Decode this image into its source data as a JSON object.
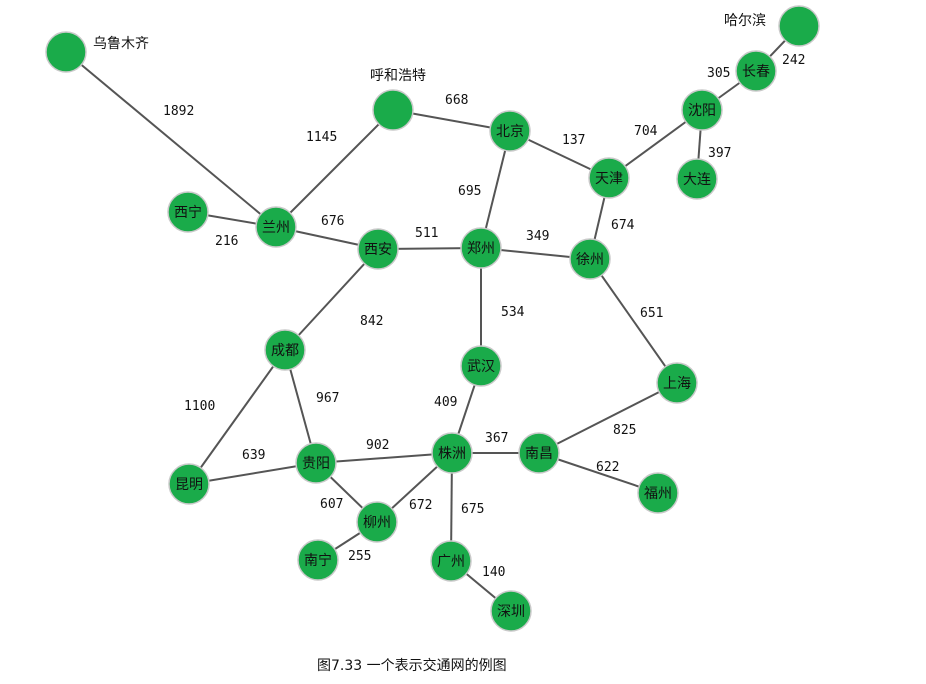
{
  "caption": "图7.33  一个表示交通网的例图",
  "colors": {
    "node": "#1aab4a",
    "edge": "#555555"
  },
  "nodes": [
    {
      "id": "urumqi",
      "name": "乌鲁木齐",
      "label_inside": false
    },
    {
      "id": "hohhot",
      "name": "呼和浩特",
      "label_inside": false
    },
    {
      "id": "harbin",
      "name": "哈尔滨",
      "label_inside": false
    },
    {
      "id": "changchun",
      "name": "长春",
      "label_inside": true
    },
    {
      "id": "shenyang",
      "name": "沈阳",
      "label_inside": true
    },
    {
      "id": "dalian",
      "name": "大连",
      "label_inside": true
    },
    {
      "id": "beijing",
      "name": "北京",
      "label_inside": true
    },
    {
      "id": "tianjin",
      "name": "天津",
      "label_inside": true
    },
    {
      "id": "xining",
      "name": "西宁",
      "label_inside": true
    },
    {
      "id": "lanzhou",
      "name": "兰州",
      "label_inside": true
    },
    {
      "id": "xian",
      "name": "西安",
      "label_inside": true
    },
    {
      "id": "zhengzhou",
      "name": "郑州",
      "label_inside": true
    },
    {
      "id": "xuzhou",
      "name": "徐州",
      "label_inside": true
    },
    {
      "id": "chengdu",
      "name": "成都",
      "label_inside": true
    },
    {
      "id": "wuhan",
      "name": "武汉",
      "label_inside": true
    },
    {
      "id": "shanghai",
      "name": "上海",
      "label_inside": true
    },
    {
      "id": "kunming",
      "name": "昆明",
      "label_inside": true
    },
    {
      "id": "guiyang",
      "name": "贵阳",
      "label_inside": true
    },
    {
      "id": "zhuzhou",
      "name": "株洲",
      "label_inside": true
    },
    {
      "id": "nanchang",
      "name": "南昌",
      "label_inside": true
    },
    {
      "id": "fuzhou",
      "name": "福州",
      "label_inside": true
    },
    {
      "id": "liuzhou",
      "name": "柳州",
      "label_inside": true
    },
    {
      "id": "nanning",
      "name": "南宁",
      "label_inside": true
    },
    {
      "id": "guangzhou",
      "name": "广州",
      "label_inside": true
    },
    {
      "id": "shenzhen",
      "name": "深圳",
      "label_inside": true
    }
  ],
  "edges": [
    {
      "from": "urumqi",
      "to": "lanzhou",
      "weight": "1892"
    },
    {
      "from": "hohhot",
      "to": "lanzhou",
      "weight": "1145"
    },
    {
      "from": "hohhot",
      "to": "beijing",
      "weight": "668"
    },
    {
      "from": "harbin",
      "to": "changchun",
      "weight": "242"
    },
    {
      "from": "changchun",
      "to": "shenyang",
      "weight": "305"
    },
    {
      "from": "shenyang",
      "to": "dalian",
      "weight": "397"
    },
    {
      "from": "shenyang",
      "to": "tianjin",
      "weight": "704"
    },
    {
      "from": "beijing",
      "to": "tianjin",
      "weight": "137"
    },
    {
      "from": "beijing",
      "to": "zhengzhou",
      "weight": "695"
    },
    {
      "from": "tianjin",
      "to": "xuzhou",
      "weight": "674"
    },
    {
      "from": "xining",
      "to": "lanzhou",
      "weight": "216"
    },
    {
      "from": "lanzhou",
      "to": "xian",
      "weight": "676"
    },
    {
      "from": "xian",
      "to": "zhengzhou",
      "weight": "511"
    },
    {
      "from": "zhengzhou",
      "to": "xuzhou",
      "weight": "349"
    },
    {
      "from": "xian",
      "to": "chengdu",
      "weight": "842"
    },
    {
      "from": "zhengzhou",
      "to": "wuhan",
      "weight": "534"
    },
    {
      "from": "xuzhou",
      "to": "shanghai",
      "weight": "651"
    },
    {
      "from": "chengdu",
      "to": "kunming",
      "weight": "1100"
    },
    {
      "from": "chengdu",
      "to": "guiyang",
      "weight": "967"
    },
    {
      "from": "wuhan",
      "to": "zhuzhou",
      "weight": "409"
    },
    {
      "from": "shanghai",
      "to": "nanchang",
      "weight": "825"
    },
    {
      "from": "kunming",
      "to": "guiyang",
      "weight": "639"
    },
    {
      "from": "guiyang",
      "to": "zhuzhou",
      "weight": "902"
    },
    {
      "from": "zhuzhou",
      "to": "nanchang",
      "weight": "367"
    },
    {
      "from": "nanchang",
      "to": "fuzhou",
      "weight": "622"
    },
    {
      "from": "guiyang",
      "to": "liuzhou",
      "weight": "607"
    },
    {
      "from": "zhuzhou",
      "to": "liuzhou",
      "weight": "672"
    },
    {
      "from": "zhuzhou",
      "to": "guangzhou",
      "weight": "675"
    },
    {
      "from": "liuzhou",
      "to": "nanning",
      "weight": "255"
    },
    {
      "from": "guangzhou",
      "to": "shenzhen",
      "weight": "140"
    }
  ]
}
